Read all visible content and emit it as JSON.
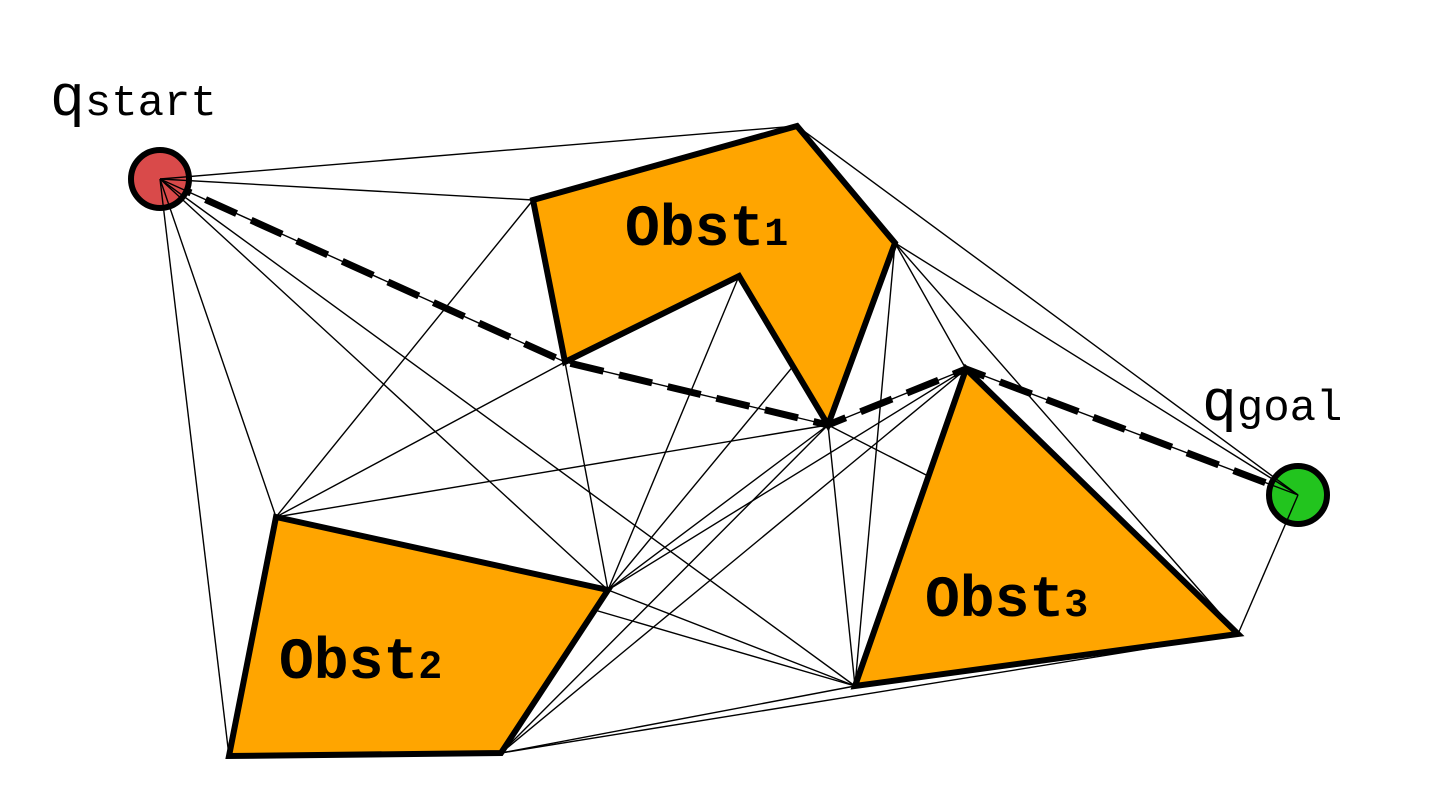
{
  "colors": {
    "obstacle": "#FFA500",
    "start": "#D94A4A",
    "goal": "#22C41E",
    "edge": "#000000",
    "background": "#FFFFFF"
  },
  "labels": {
    "start": {
      "main": "q",
      "sub": "start"
    },
    "goal": {
      "main": "q",
      "sub": "goal"
    },
    "obst1": {
      "main": "Obst",
      "sub": "1"
    },
    "obst2": {
      "main": "Obst",
      "sub": "2"
    },
    "obst3": {
      "main": "Obst",
      "sub": "3"
    }
  }
}
